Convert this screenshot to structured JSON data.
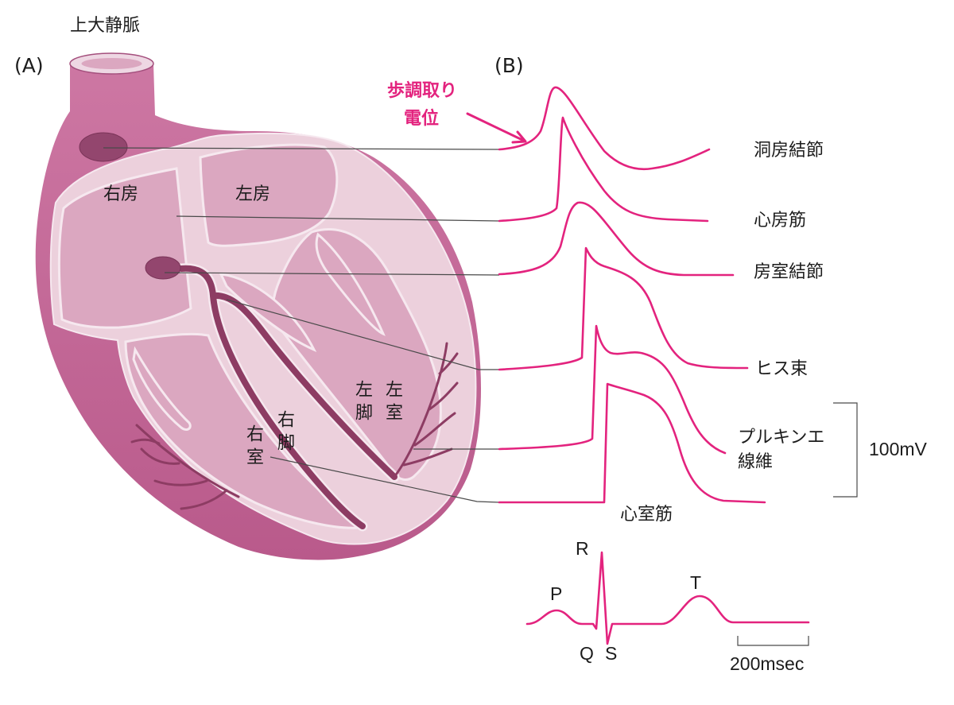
{
  "figure": {
    "panel_a": "(A)",
    "panel_b": "(B)"
  },
  "heart": {
    "superior_vena_cava": "上大静脈",
    "right_atrium": "右房",
    "left_atrium": "左房",
    "left_bundle_branch": "左脚",
    "left_ventricle": "左室",
    "right_bundle_branch": "右脚",
    "right_ventricle": "右室"
  },
  "pacemaker_potential": [
    "歩調取り",
    "電位"
  ],
  "action_potentials": {
    "sa_node": "洞房結節",
    "atrial_muscle": "心房筋",
    "av_node": "房室結節",
    "his_bundle": "ヒス束",
    "purkinje_fiber": [
      "プルキンエ",
      "線維"
    ],
    "ventricular_muscle": "心室筋"
  },
  "scale_bars": {
    "voltage": "100mV",
    "time": "200msec"
  },
  "ecg": {
    "p": "P",
    "q": "Q",
    "r": "R",
    "s": "S",
    "t": "T"
  },
  "colors": {
    "waveform": "#e3237e",
    "pacemaker_text": "#e3237e",
    "heart_surface": "#cd77a3",
    "heart_surface_dark": "#b95a8b",
    "vessel_opening": "#eed7e3",
    "cut_surface": "#ecd0dc",
    "chamber": "#dba7c0",
    "chamber_outline": "#f6e8ef",
    "node": "#93466e",
    "conduction": "#8d3c63",
    "leader_line": "#4a4a4a",
    "label_text": "#1c1c1c"
  }
}
